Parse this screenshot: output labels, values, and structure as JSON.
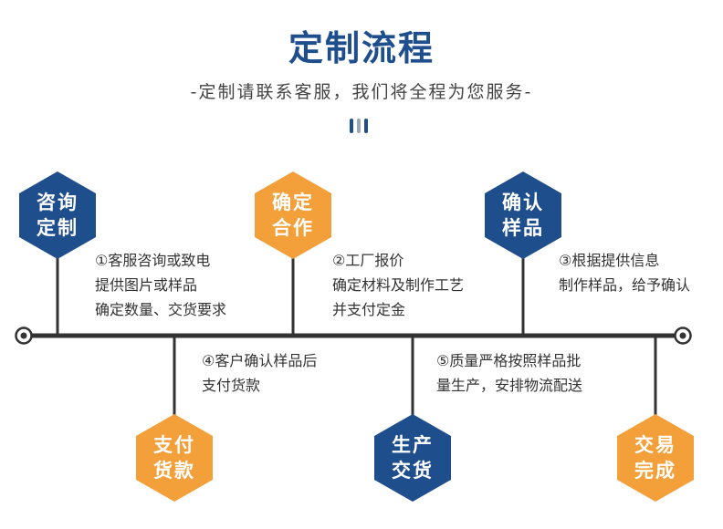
{
  "header": {
    "title": "定制流程",
    "subtitle": "-定制请联系客服，我们将全程为您服务-"
  },
  "colors": {
    "blue": "#1f4e8c",
    "orange": "#f3a03a",
    "line": "#333333"
  },
  "steps": [
    {
      "label_1": "咨询",
      "label_2": "定制",
      "desc_1": "①客服咨询或致电",
      "desc_2": "提供图片或样品",
      "desc_3": "确定数量、交货要求"
    },
    {
      "label_1": "确定",
      "label_2": "合作",
      "desc_1": "②工厂报价",
      "desc_2": "确定材料及制作工艺",
      "desc_3": "并支付定金"
    },
    {
      "label_1": "确认",
      "label_2": "样品",
      "desc_1": "③根据提供信息",
      "desc_2": "制作样品，给予确认"
    },
    {
      "label_1": "支付",
      "label_2": "货款",
      "desc_1": "④客户确认样品后",
      "desc_2": "支付货款"
    },
    {
      "label_1": "生产",
      "label_2": "交货",
      "desc_1": "⑤质量严格按照样品批",
      "desc_2": "量生产，安排物流配送"
    },
    {
      "label_1": "交易",
      "label_2": "完成"
    }
  ]
}
